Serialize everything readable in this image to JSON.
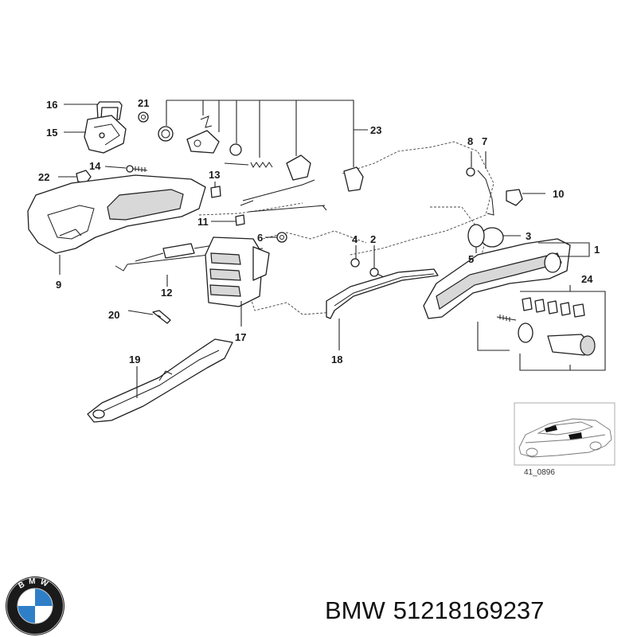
{
  "diagram": {
    "callouts": [
      "1",
      "2",
      "3",
      "4",
      "5",
      "6",
      "7",
      "8",
      "9",
      "10",
      "11",
      "12",
      "13",
      "14",
      "15",
      "16",
      "17",
      "18",
      "19",
      "20",
      "21",
      "22",
      "23",
      "24"
    ],
    "figure_code": "41_0896"
  },
  "footer": {
    "brand": "BMW",
    "part_number": "51218169237",
    "logo_letters": "BMW"
  },
  "colors": {
    "logo_blue": "#2f7fc8",
    "logo_ring": "#1a1a1a",
    "line": "#1e1e1e"
  }
}
